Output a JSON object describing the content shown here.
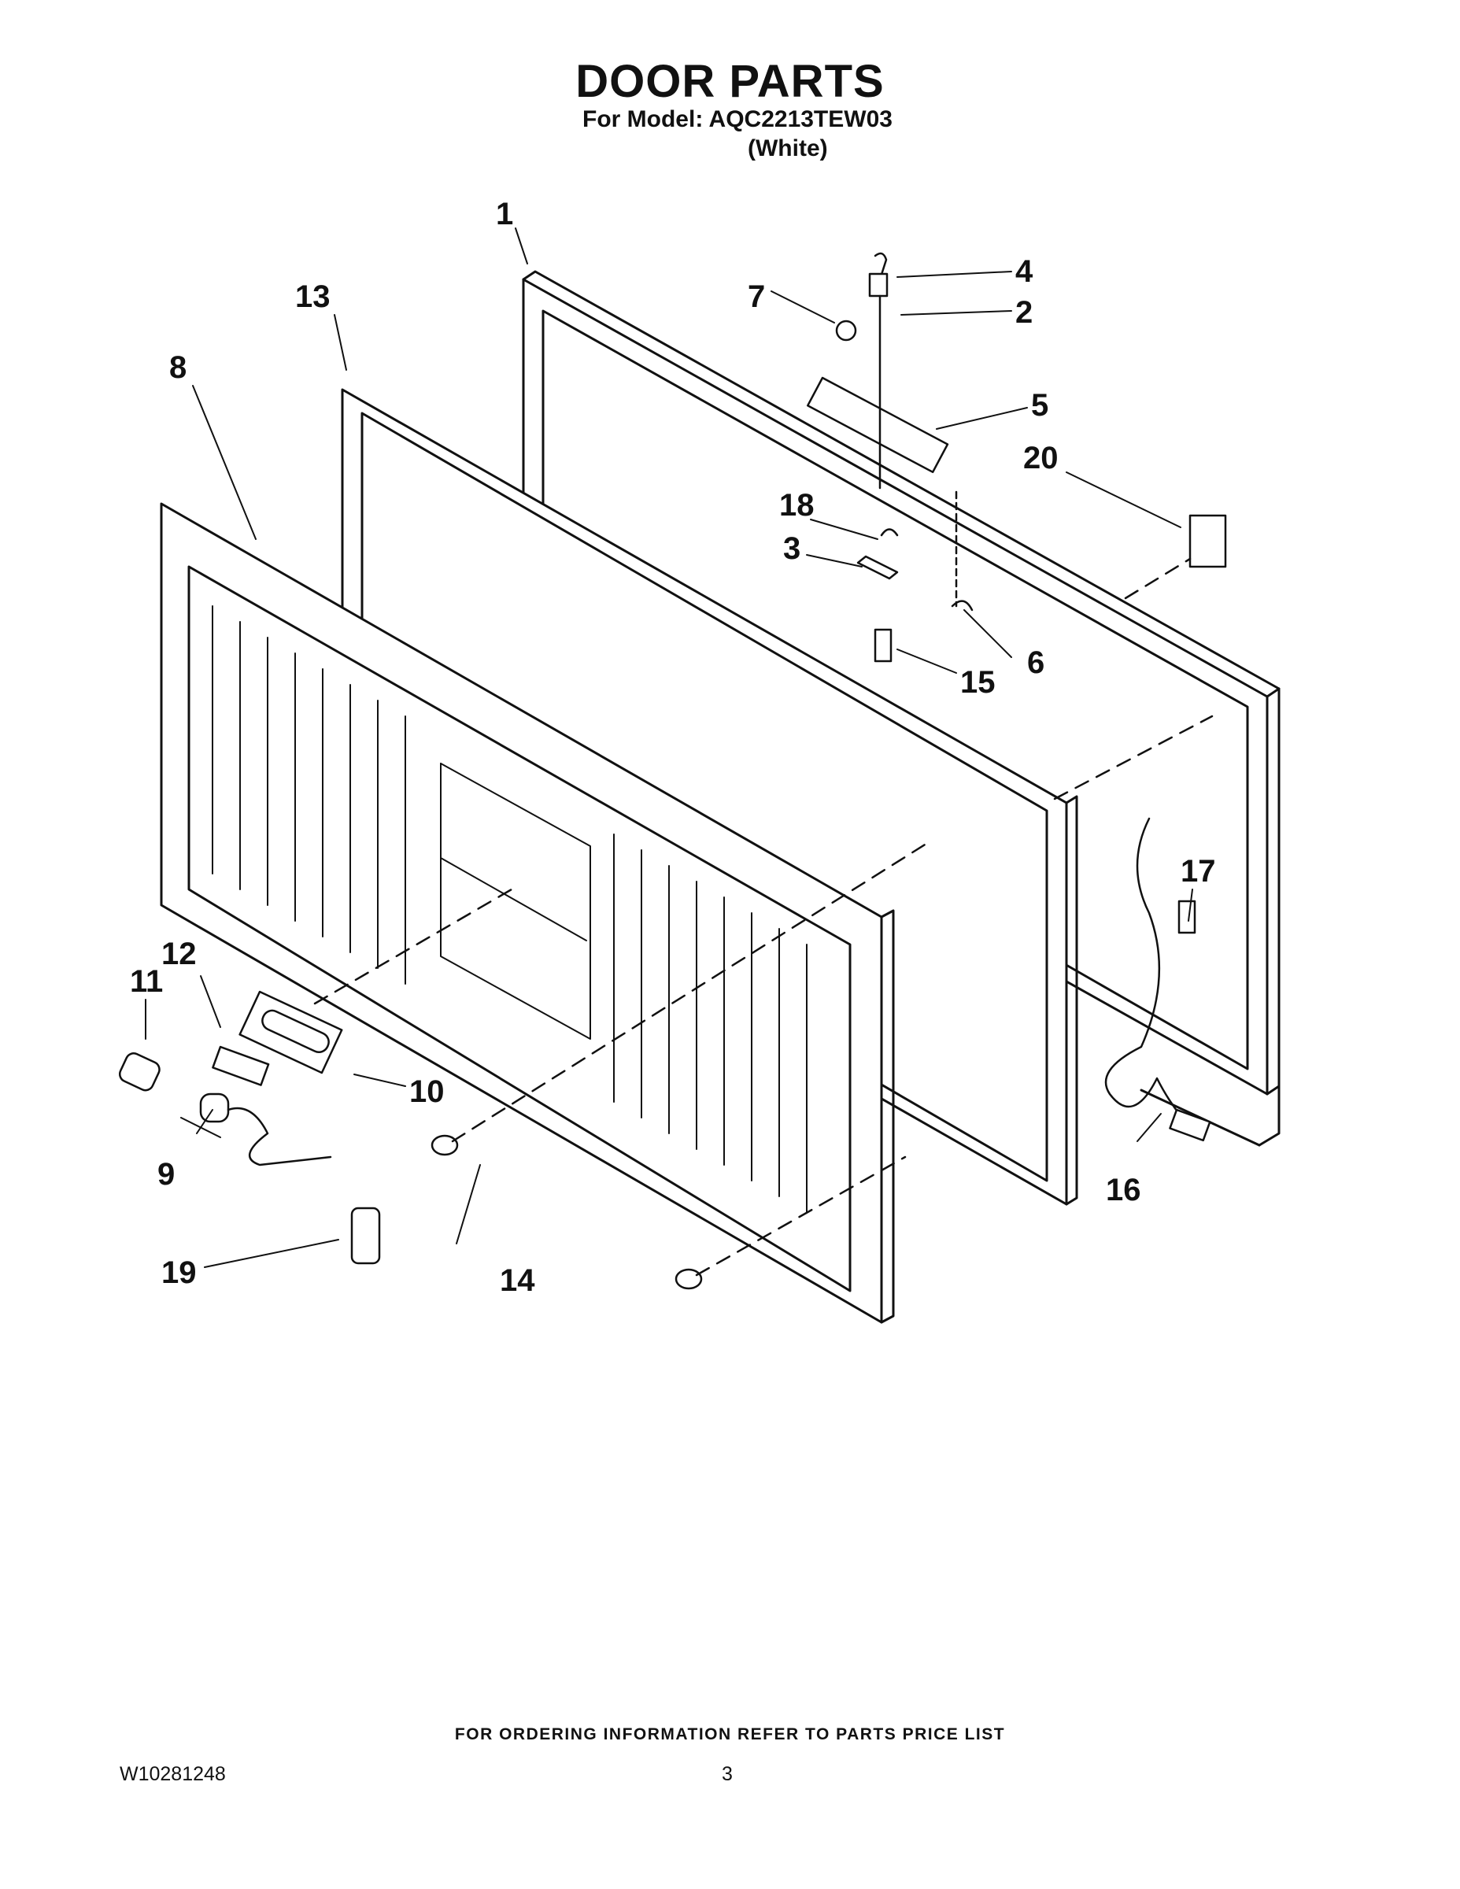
{
  "header": {
    "title": "DOOR PARTS",
    "model_line": "For Model: AQC2213TEW03",
    "color_line": "(White)"
  },
  "callouts": [
    {
      "number": "1"
    },
    {
      "number": "2"
    },
    {
      "number": "3"
    },
    {
      "number": "4"
    },
    {
      "number": "5"
    },
    {
      "number": "6"
    },
    {
      "number": "7"
    },
    {
      "number": "8"
    },
    {
      "number": "9"
    },
    {
      "number": "10"
    },
    {
      "number": "11"
    },
    {
      "number": "12"
    },
    {
      "number": "13"
    },
    {
      "number": "14"
    },
    {
      "number": "15"
    },
    {
      "number": "16"
    },
    {
      "number": "17"
    },
    {
      "number": "18"
    },
    {
      "number": "19"
    },
    {
      "number": "20"
    }
  ],
  "footer": {
    "ordering_note": "FOR ORDERING INFORMATION REFER TO PARTS PRICE LIST",
    "document_number": "W10281248",
    "page_number": "3"
  }
}
